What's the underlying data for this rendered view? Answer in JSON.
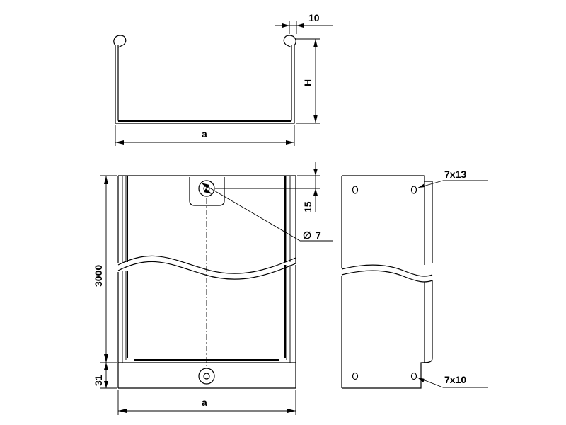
{
  "dimensions": {
    "top_width": "a",
    "height": "H",
    "lip": "10",
    "length": "3000",
    "end_offset": "31",
    "bottom_width": "a",
    "hole_offset": "15",
    "hole_diameter": "7",
    "diameter_symbol": "∅",
    "slot_top": "7x13",
    "slot_bottom": "7x10"
  }
}
